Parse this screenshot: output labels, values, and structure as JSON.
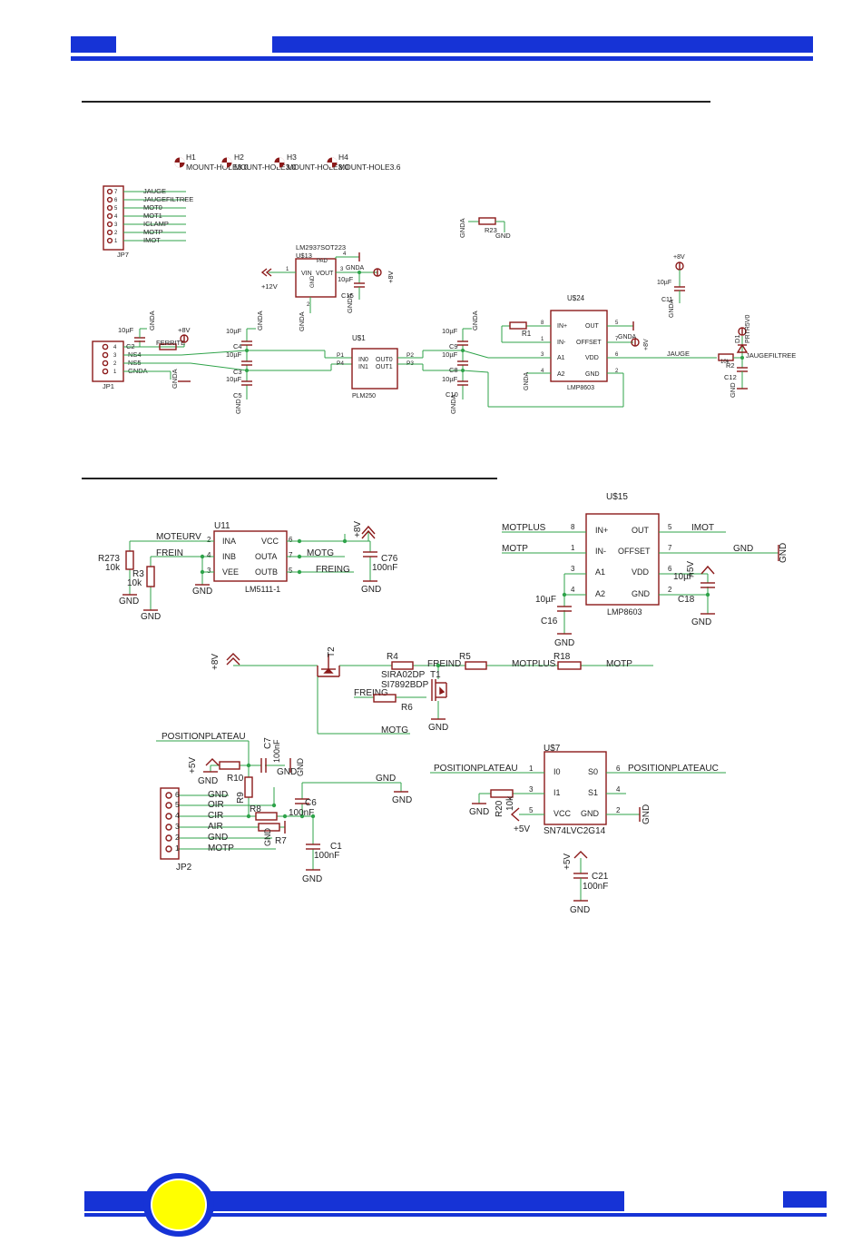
{
  "theme": {
    "header_blue": "#1633d6",
    "wire": "#2fa34a",
    "part": "#8b1a1a",
    "logo_yellow": "#ffff00"
  },
  "sheet1": {
    "holes": [
      "H1",
      "H2",
      "H3",
      "H4"
    ],
    "hole_values": [
      "MOUNT-HOLE3.0",
      "MOUNT-HOLE3.0",
      "MOUNT-HOLE3.0",
      "MOUNT-HOLE3.6"
    ],
    "jp7": {
      "name": "JP7",
      "pins": [
        "7",
        "6",
        "5",
        "4",
        "3",
        "2",
        "1"
      ],
      "nets": [
        "JAUGE",
        "JAUGEFILTREE",
        "MOT0",
        "MOT1",
        "ICLAMP",
        "MOTP",
        "IMOT"
      ]
    },
    "r23": {
      "name": "R23",
      "left": "GNDA",
      "right": "GND"
    },
    "u13": {
      "part": "LM2937SOT223",
      "name": "U$13",
      "vin": "VIN",
      "vout": "VOUT",
      "gnd": "GND",
      "pad": "PAD",
      "pin1": "1",
      "pin2": "2",
      "pin3": "3",
      "pin4": "4",
      "input": "+12V",
      "gnda1": "GNDA",
      "gnda2": "GNDA",
      "c": "10µF",
      "c_name": "C15",
      "gnda3": "GNDA",
      "supply": "+8V"
    },
    "u24": {
      "name": "U$24",
      "part": "LMP8603",
      "pins_left": [
        "IN+",
        "IN-",
        "A1",
        "A2"
      ],
      "pins_right": [
        "OUT",
        "OFFSET",
        "VDD",
        "GND"
      ],
      "nums_left": [
        "8",
        "1",
        "3",
        "4"
      ],
      "nums_right": [
        "5",
        "7",
        "6",
        "2"
      ],
      "r1": "R1",
      "gnda": "GNDA",
      "gnda_l": "GNDA",
      "supply": "+8V",
      "c": "10µF",
      "c_name": "C11",
      "gnda_c": "GNDA"
    },
    "jauge": "JAUGE",
    "jaugefiltree": "JAUGEFILTREE",
    "r2": {
      "name": "R2",
      "value": "10k"
    },
    "d1": {
      "name": "D1",
      "part": "PRTR5V0"
    },
    "c12": {
      "name": "C12",
      "gnd": "GND"
    },
    "jp1": {
      "name": "JP1",
      "pins": [
        "4",
        "3",
        "2",
        "1"
      ],
      "nets": [
        "",
        "NS4",
        "NS5",
        "GNDA"
      ]
    },
    "c2": {
      "name": "C2",
      "value": "10µF",
      "gnda": "GNDA"
    },
    "ferrite": "FERRITE",
    "supply_jp1": "+8V",
    "gnda_jp1": "GNDA",
    "c4": {
      "name": "C4",
      "value": "10µF",
      "gnda": "GNDA"
    },
    "c3": {
      "name": "C3",
      "value": "10µF",
      "gnd": "GND"
    },
    "u1": {
      "name": "U$1",
      "part": "PLM250",
      "in0": "IN0",
      "in1": "IN1",
      "out0": "OUT0",
      "out1": "OUT1",
      "p1": "P1",
      "p2": "P2",
      "p3": "P3",
      "p4": "P4"
    },
    "c9": {
      "name": "C9",
      "value": "10µF",
      "gnda": "GNDA"
    },
    "c8": {
      "name": "C8",
      "value": "10µF"
    },
    "c10": {
      "name": "C10",
      "gnda": "GNDA"
    },
    "c5_lbl": "C5",
    "c_small_lbl": "10µF",
    "gnda_c4b": "GNDA"
  },
  "sheet2": {
    "u11": {
      "name": "U11",
      "part": "LM5111-1",
      "pins_left": [
        "INA",
        "INB",
        "VEE"
      ],
      "pins_right": [
        "VCC",
        "OUTA",
        "OUTB"
      ],
      "nums_left": [
        "2",
        "4",
        "3"
      ],
      "nums_right": [
        "6",
        "7",
        "5"
      ],
      "gnd": "GND"
    },
    "moteurv": "MOTEURV",
    "frein": "FREIN",
    "motg": "MOTG",
    "freing": "FREING",
    "r273": {
      "name": "R273",
      "value": "10k",
      "gnd": "GND"
    },
    "r3": {
      "name": "R3",
      "value": "10k",
      "gnd": "GND"
    },
    "supply_u11": "+8V",
    "c76": {
      "name": "C76",
      "value": "100nF",
      "gnd": "GND"
    },
    "u15": {
      "name": "U$15",
      "part": "LMP8603",
      "pins_left": [
        "IN+",
        "IN-",
        "A1",
        "A2"
      ],
      "pins_right": [
        "OUT",
        "OFFSET",
        "VDD",
        "GND"
      ],
      "nums_left": [
        "8",
        "1",
        "3",
        "4"
      ],
      "nums_right": [
        "5",
        "7",
        "6",
        "2"
      ]
    },
    "motplus": "MOTPLUS",
    "motp": "MOTP",
    "imot": "IMOT",
    "gnd_offset": "GND",
    "gnd_offset_r": "GND",
    "c16": {
      "name": "C16",
      "value": "10µF",
      "gnd": "GND"
    },
    "c18": {
      "name": "C18",
      "value": "10µF",
      "gnd": "GND"
    },
    "supply_u15": "+5V",
    "supply_t2": "+8V",
    "t2": "T2",
    "r4": "R4",
    "t2_part": "SIRA02DP",
    "t1_part": "SI7892BDP",
    "t1": "T1",
    "freind": "FREIND",
    "r5": "R5",
    "motplus2": "MOTPLUS",
    "r18": "R18",
    "motp2": "MOTP",
    "freing2": "FREING",
    "r6": "R6",
    "gnd_t1": "GND",
    "motg2": "MOTG",
    "positionplateau": "POSITIONPLATEAU",
    "c7": {
      "name": "C7",
      "value": "100nF",
      "gnd": "GND"
    },
    "supply_jp2": "+5V",
    "gnd_r10": "GND",
    "r10": "R10",
    "r9": "R9",
    "r8": "R8",
    "r7": "R7",
    "jp2": {
      "name": "JP2",
      "pins": [
        "6",
        "5",
        "4",
        "3",
        "2",
        "1"
      ],
      "nets": [
        "GND",
        "OIR",
        "CIR",
        "AIR",
        "GND",
        "MOTP"
      ]
    },
    "c6": {
      "name": "C6",
      "value": "100nF"
    },
    "gnd_c6": "GND",
    "gnd_c6b": "GND",
    "gnd_r7": "GND",
    "c1": {
      "name": "C1",
      "value": "100nF",
      "gnd": "GND"
    },
    "u7": {
      "name": "U$7",
      "part": "SN74LVC2G14",
      "pins_left": [
        "I0",
        "I1",
        "VCC"
      ],
      "pins_right": [
        "S0",
        "S1",
        "GND"
      ],
      "nums_left": [
        "1",
        "3",
        "5"
      ],
      "nums_right": [
        "6",
        "4",
        "2"
      ],
      "in": "POSITIONPLATEAU",
      "out": "POSITIONPLATEAUC",
      "gnd": "GND"
    },
    "r20": {
      "name": "R20",
      "value": "10k",
      "gnd": "GND",
      "supply": "+5V"
    },
    "c21": {
      "name": "C21",
      "value": "100nF",
      "supply": "+5V",
      "gnd": "GND"
    }
  }
}
